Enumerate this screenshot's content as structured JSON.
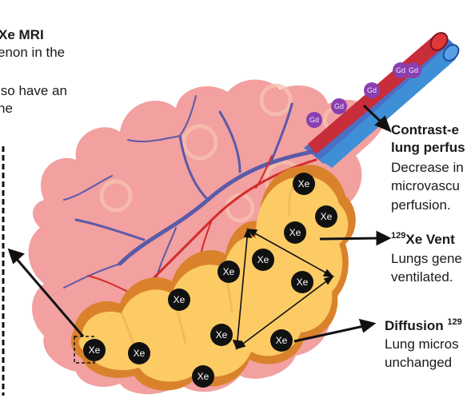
{
  "top_left": {
    "heading": "Xe MRI",
    "line1": "enon in the",
    "line2": "lso have an",
    "line3": "he"
  },
  "perfusion": {
    "title_line1": "Contrast-e",
    "title_line2": "lung perfus",
    "body_line1": "Decrease in",
    "body_line2": "microvascu",
    "body_line3": "perfusion."
  },
  "ventilation": {
    "isotope": "129",
    "title": "Xe Vent",
    "body_line1": "Lungs gene",
    "body_line2": "ventilated."
  },
  "diffusion": {
    "title": "Diffusion ",
    "isotope": "129",
    "body_line1": "Lung micros",
    "body_line2": "unchanged"
  },
  "particles": {
    "xe_label": "Xe",
    "gd_label": "Gd",
    "xe_count": 12,
    "gd_count": 5
  },
  "colors": {
    "lung_tissue": "#f2a0a0",
    "alveoli_fill": "#fccb64",
    "alveoli_rim": "#d9822b",
    "artery": "#d42a2a",
    "vein": "#3f8fd6",
    "vessel_branches": "#5a5aa8",
    "xenon": "#111111",
    "gadolinium": "#8a3fb0"
  }
}
